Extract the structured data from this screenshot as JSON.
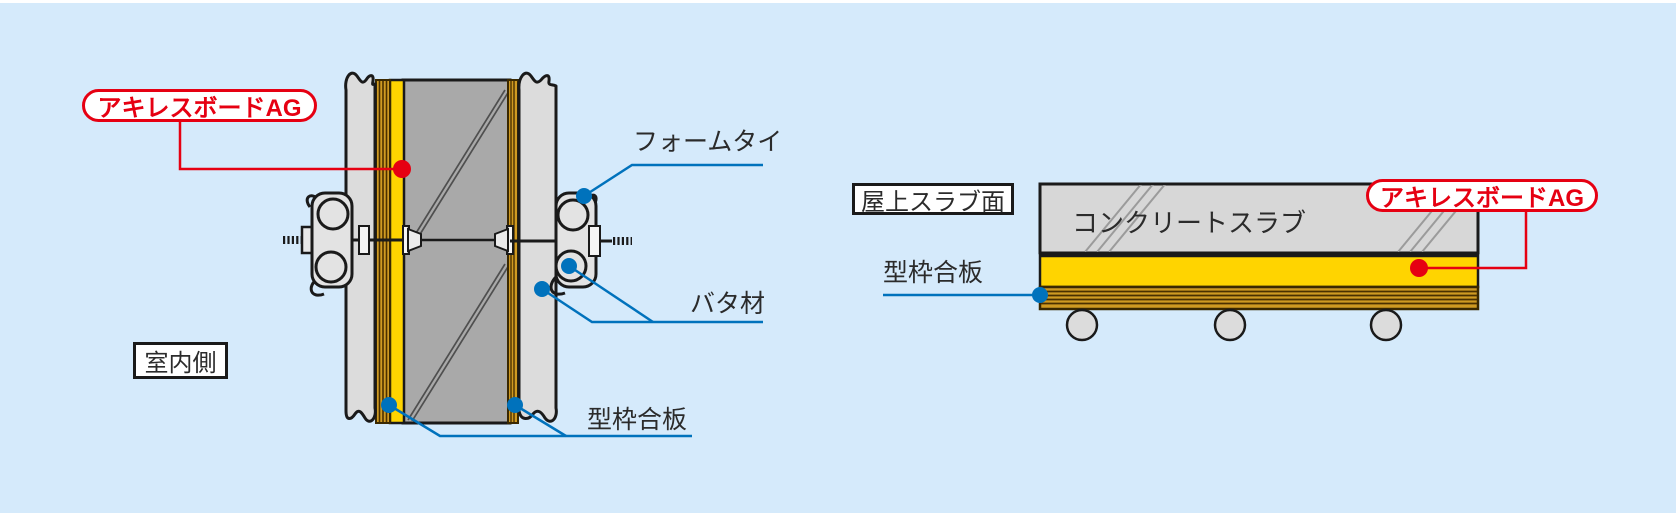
{
  "colors": {
    "background": "#d5eafb",
    "accent_red": "#e60012",
    "accent_blue": "#0072bc",
    "outline": "#1a1a1a",
    "board_gray": "#dcdcdc",
    "wall_concrete_gray": "#a9a9a9",
    "slab_concrete_gray": "#d7d7d7",
    "insulation_yellow": "#ffd400",
    "plywood_gold": "#cf9a22",
    "text_dark": "#2b2b2b"
  },
  "left_diagram": {
    "product_label": "アキレスボードAG",
    "form_tie_label": "フォームタイ",
    "waler_label": "バタ材",
    "interior_side_label": "室内側",
    "plywood_label": "型枠合板"
  },
  "right_diagram": {
    "product_label": "アキレスボードAG",
    "roof_slab_label": "屋上スラブ面",
    "concrete_slab_label": "コンクリートスラブ",
    "plywood_label": "型枠合板"
  }
}
